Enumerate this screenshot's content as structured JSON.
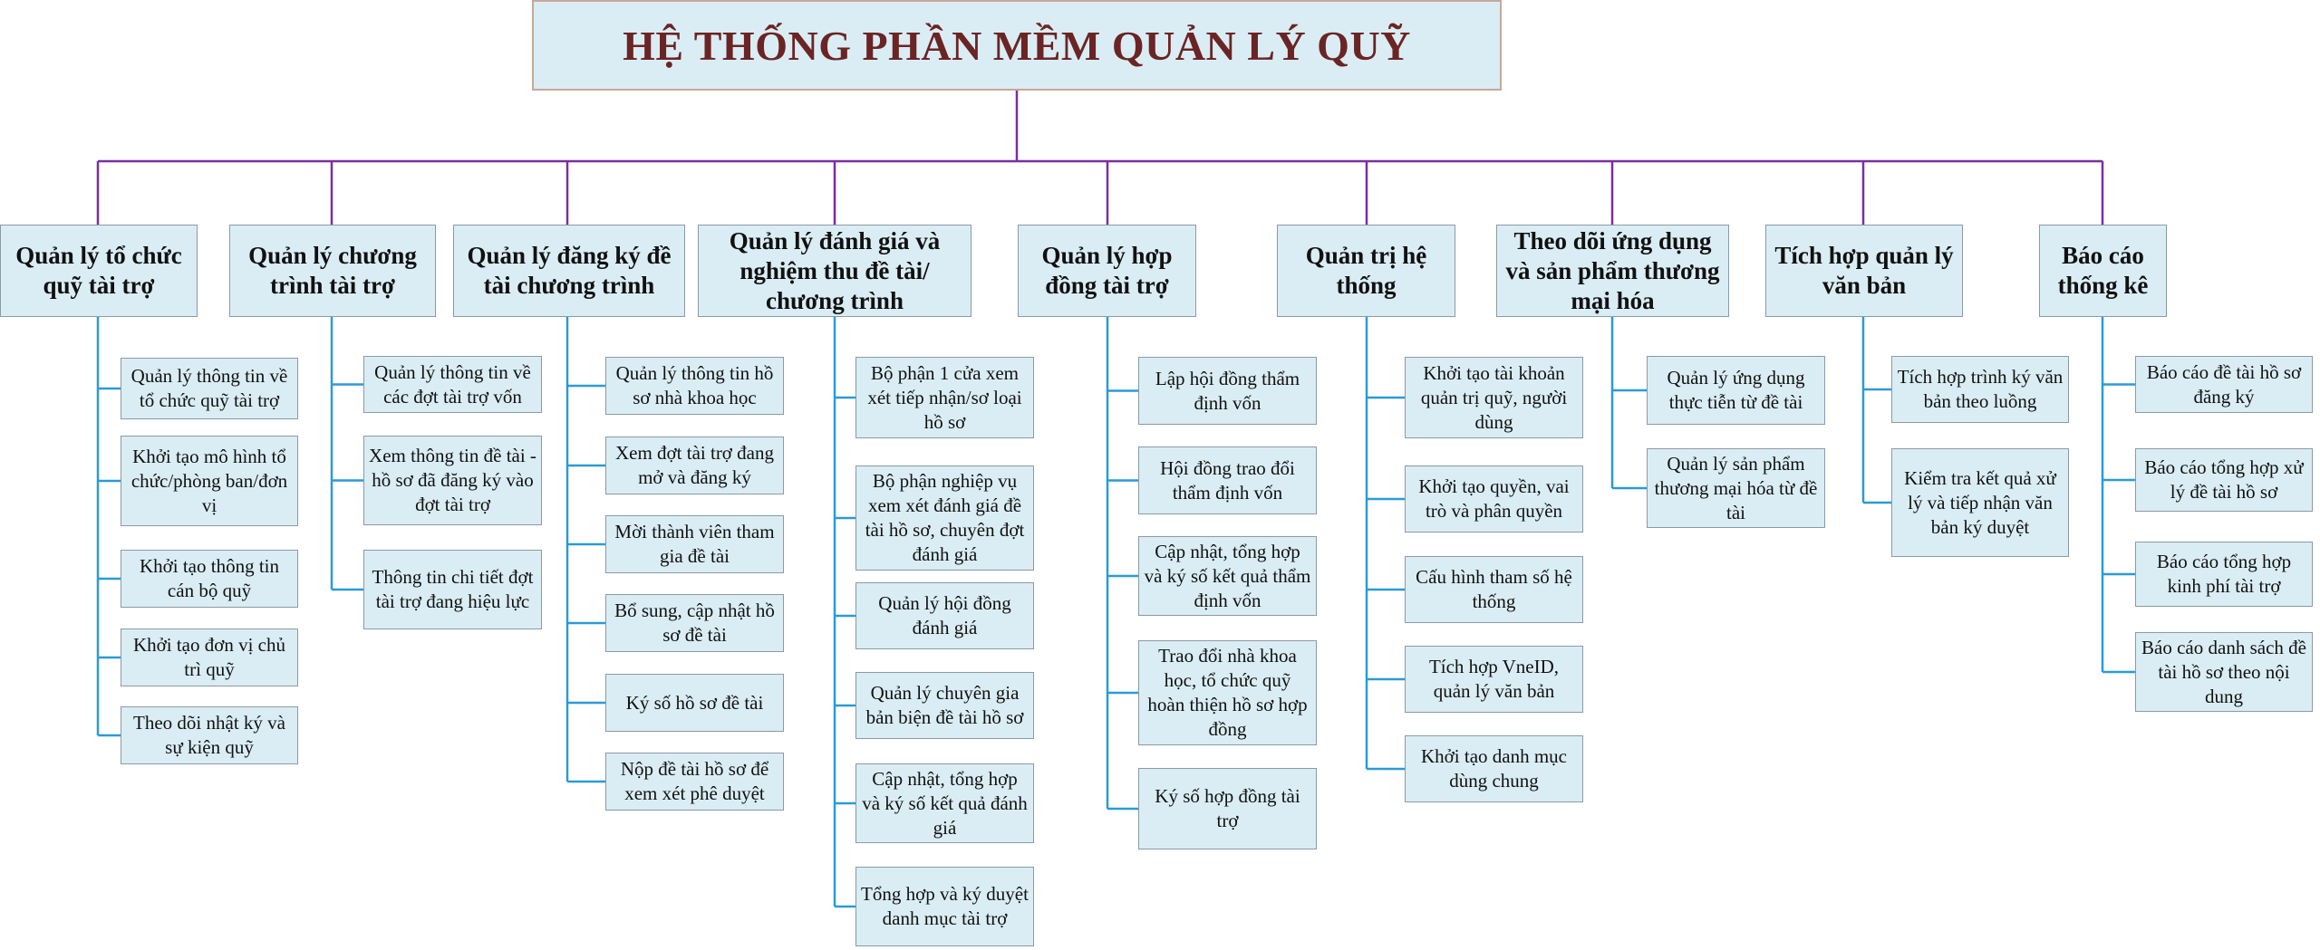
{
  "title": "HỆ THỐNG PHẦN MỀM QUẢN LÝ QUỸ",
  "colors": {
    "box_fill": "#daedf4",
    "title_text": "#6b2424",
    "top_lines": "#7b2ea0",
    "child_lines": "#2a9bd6"
  },
  "categories": [
    {
      "label": "Quản lý tổ chức quỹ tài trợ",
      "children": [
        "Quản lý thông tin về tổ chức quỹ tài trợ",
        "Khởi tạo mô hình tổ chức/phòng ban/đơn vị",
        "Khởi tạo thông tin cán bộ quỹ",
        "Khởi tạo đơn vị chủ trì quỹ",
        "Theo dõi nhật ký và sự kiện quỹ"
      ]
    },
    {
      "label": "Quản lý chương trình tài trợ",
      "children": [
        "Quản lý thông tin về các đợt tài trợ vốn",
        "Xem thông tin đề tài - hồ sơ đã đăng ký vào đợt tài trợ",
        "Thông tin chi tiết đợt tài trợ đang hiệu lực"
      ]
    },
    {
      "label": "Quản lý đăng ký đề tài chương trình",
      "children": [
        "Quản lý thông tin hồ sơ nhà khoa học",
        "Xem đợt tài trợ đang mở và đăng ký",
        "Mời thành viên tham gia đề tài",
        "Bổ sung, cập nhật hồ sơ đề tài",
        "Ký số hồ sơ đề tài",
        "Nộp đề tài hồ sơ để xem xét phê duyệt"
      ]
    },
    {
      "label": "Quản lý đánh giá và nghiệm thu đề tài/ chương trình",
      "children": [
        "Bộ phận 1 cửa xem xét tiếp nhận/sơ loại hồ sơ",
        "Bộ phận nghiệp vụ xem xét đánh giá đề tài hồ sơ, chuyên đợt đánh giá",
        "Quản lý hội đồng đánh giá",
        "Quản lý chuyên gia bản biện đề tài hồ sơ",
        "Cập nhật, tổng hợp và ký số kết quả đánh giá",
        "Tổng hợp và ký duyệt danh mục tài trợ"
      ]
    },
    {
      "label": "Quản lý hợp đồng tài trợ",
      "children": [
        "Lập hội đồng thẩm định vốn",
        "Hội đồng trao đổi thẩm định vốn",
        "Cập nhật, tổng hợp và ký số kết quả thẩm định vốn",
        "Trao đổi nhà khoa học, tổ chức quỹ hoàn thiện hồ sơ hợp đồng",
        "Ký số hợp đồng tài trợ"
      ]
    },
    {
      "label": "Quản trị hệ thống",
      "children": [
        "Khởi tạo tài khoản quản trị quỹ, người dùng",
        "Khởi tạo quyền, vai trò và phân quyền",
        "Cấu hình tham số hệ thống",
        "Tích hợp VneID, quản lý văn bản",
        "Khởi tạo danh mục dùng chung"
      ]
    },
    {
      "label": "Theo dõi ứng dụng và sản phẩm thương mại hóa",
      "children": [
        "Quản lý ứng dụng thực tiễn từ đề tài",
        "Quản lý sản phẩm thương mại hóa từ đề tài"
      ]
    },
    {
      "label": "Tích hợp quản lý văn bản",
      "children": [
        "Tích hợp trình ký văn bản theo luồng",
        "Kiểm tra kết quả xử lý và tiếp nhận văn bản ký duyệt"
      ]
    },
    {
      "label": "Báo cáo thống kê",
      "children": [
        "Báo cáo đề tài hồ sơ đăng ký",
        "Báo cáo tổng hợp xử lý đề tài hồ sơ",
        "Báo cáo tổng hợp kinh phí tài trợ",
        "Báo cáo danh sách đề tài hồ sơ theo nội dung"
      ]
    }
  ]
}
